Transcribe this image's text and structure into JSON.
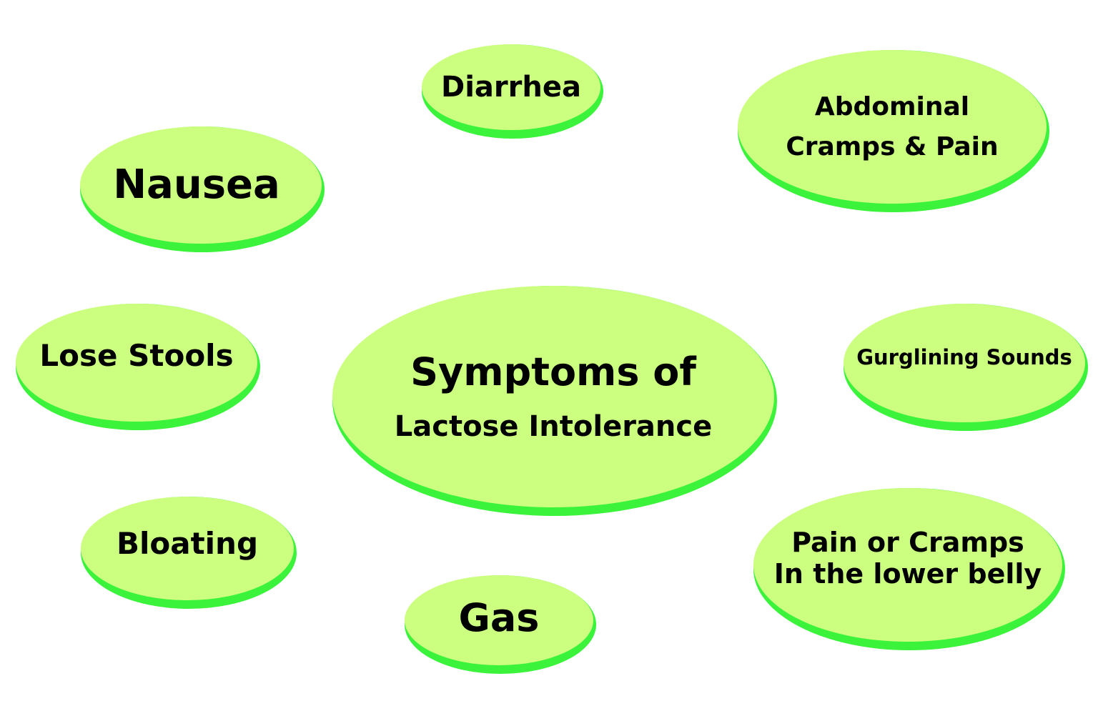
{
  "center": {
    "line1": "Symptoms of",
    "line2": "Lactose Intolerance"
  },
  "symptoms": {
    "diarrhea": "Diarrhea",
    "abdominal_line1": "Abdominal",
    "abdominal_line2": "Cramps & Pain",
    "nausea": "Nausea",
    "lose_stools": "Lose Stools",
    "gurgling": "Gurglining Sounds",
    "bloating": "Bloating",
    "gas": "Gas",
    "lower_line1": "Pain or Cramps",
    "lower_line2": "In the lower belly"
  },
  "colors": {
    "bubble_fill": "#ccff80",
    "bubble_shadow": "#3cf33c",
    "text": "#000000",
    "background": "#ffffff"
  }
}
